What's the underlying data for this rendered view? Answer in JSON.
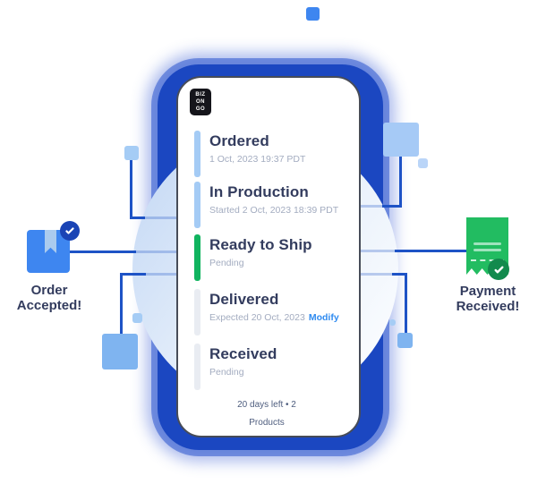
{
  "logo": {
    "lines": [
      "BIZ",
      "ON",
      "GO"
    ]
  },
  "timeline": {
    "items": [
      {
        "title": "Ordered",
        "subtitle": "1 Oct, 2023 19:37 PDT"
      },
      {
        "title": "In Production",
        "subtitle": "Started 2 Oct, 2023 18:39 PDT"
      },
      {
        "title": "Ready to Ship",
        "subtitle": "Pending"
      },
      {
        "title": "Delivered",
        "subtitle": "Expected 20 Oct, 2023",
        "link_label": "Modify"
      },
      {
        "title": "Received",
        "subtitle": "Pending"
      }
    ],
    "footer": {
      "line1": "20 days left • 2",
      "line2": "Products"
    }
  },
  "callouts": {
    "left": {
      "label": "Order Accepted!"
    },
    "right": {
      "label": "Payment Received!"
    }
  },
  "colors": {
    "phone_frame": "#1B47C1",
    "line_blue": "#1E53C6",
    "accent_blue": "#3E86F0",
    "bar_blue": "#A4CBF5",
    "bar_green": "#10B45F",
    "bar_gray": "#E9ECF2",
    "link": "#2F8BF0",
    "receipt_green": "#22BC61",
    "badge_blue": "#1A44B5",
    "badge_green": "#128A4D",
    "text_dark": "#333C5E",
    "text_gray": "#A3ACC0"
  }
}
